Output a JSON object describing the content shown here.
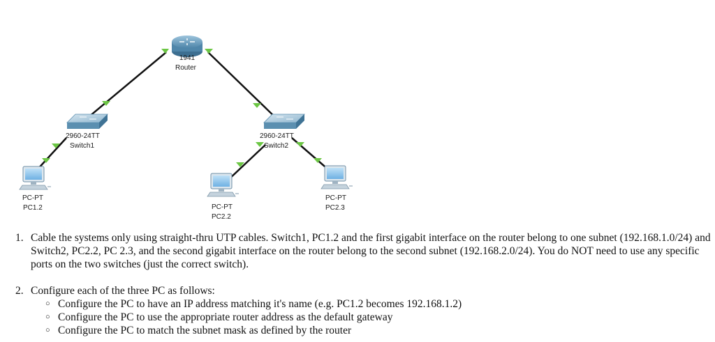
{
  "topology": {
    "router": {
      "model": "1941",
      "name": "Router"
    },
    "switches": [
      {
        "model": "2960-24TT",
        "name": "Switch1"
      },
      {
        "model": "2960-24TT",
        "name": "Switch2"
      }
    ],
    "pcs": [
      {
        "model": "PC-PT",
        "name": "PC1.2"
      },
      {
        "model": "PC-PT",
        "name": "PC2.2"
      },
      {
        "model": "PC-PT",
        "name": "PC2.3"
      }
    ],
    "link_status_color": "#6cc644",
    "cable_color": "#111111",
    "device_color": "#5b8fb0"
  },
  "instructions": {
    "items": [
      {
        "number": "1.",
        "text": "Cable the systems only using straight-thru UTP cables. Switch1, PC1.2 and the first gigabit interface on the router belong to one subnet (192.168.1.0/24) and Switch2, PC2.2, PC 2.3, and the second gigabit interface on the router belong to the second subnet (192.168.2.0/24). You do NOT need to use any specific ports on the two switches (just the correct switch)."
      },
      {
        "number": "2.",
        "text": "Configure each of the three PC as follows:",
        "subitems": [
          "Configure the PC to have an IP address matching it's name (e.g. PC1.2 becomes 192.168.1.2)",
          "Configure the PC to use the appropriate router address as the default gateway",
          "Configure the PC to match the subnet mask as defined by the router"
        ]
      }
    ],
    "bullet_glyph": "○"
  }
}
